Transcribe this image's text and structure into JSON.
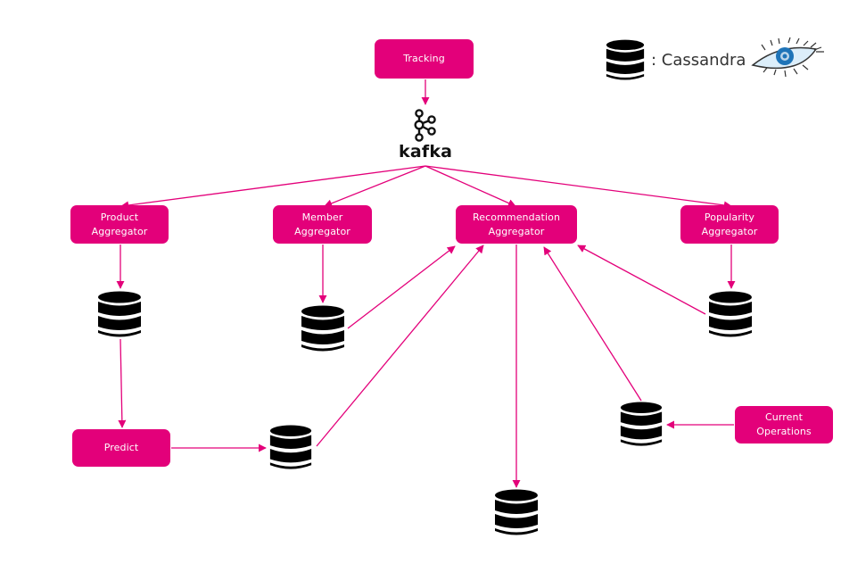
{
  "diagram": {
    "accent_color": "#e3007a",
    "db_color": "#000000",
    "nodes": {
      "tracking": {
        "label": "Tracking"
      },
      "kafka": {
        "label": "kafka",
        "icon": "kafka-logo-icon"
      },
      "product_aggregator": {
        "line1": "Product",
        "line2": "Aggregator"
      },
      "member_aggregator": {
        "line1": "Member",
        "line2": "Aggregator"
      },
      "recommendation_aggregator": {
        "line1": "Recommendation",
        "line2": "Aggregator"
      },
      "popularity_aggregator": {
        "line1": "Popularity",
        "line2": "Aggregator"
      },
      "predict": {
        "label": "Predict"
      },
      "current_operations": {
        "line1": "Current",
        "line2": "Operations"
      }
    },
    "databases": [
      {
        "id": "db-product",
        "type": "cassandra"
      },
      {
        "id": "db-member",
        "type": "cassandra"
      },
      {
        "id": "db-popularity",
        "type": "cassandra"
      },
      {
        "id": "db-predict",
        "type": "cassandra"
      },
      {
        "id": "db-current-ops",
        "type": "cassandra"
      },
      {
        "id": "db-recommendation",
        "type": "cassandra"
      }
    ],
    "edges": [
      {
        "from": "tracking",
        "to": "kafka"
      },
      {
        "from": "kafka",
        "to": "product_aggregator"
      },
      {
        "from": "kafka",
        "to": "member_aggregator"
      },
      {
        "from": "kafka",
        "to": "recommendation_aggregator"
      },
      {
        "from": "kafka",
        "to": "popularity_aggregator"
      },
      {
        "from": "product_aggregator",
        "to": "db-product"
      },
      {
        "from": "db-product",
        "to": "predict"
      },
      {
        "from": "predict",
        "to": "db-predict"
      },
      {
        "from": "db-predict",
        "to": "recommendation_aggregator"
      },
      {
        "from": "member_aggregator",
        "to": "db-member"
      },
      {
        "from": "db-member",
        "to": "recommendation_aggregator"
      },
      {
        "from": "popularity_aggregator",
        "to": "db-popularity"
      },
      {
        "from": "db-popularity",
        "to": "recommendation_aggregator"
      },
      {
        "from": "current_operations",
        "to": "db-current-ops"
      },
      {
        "from": "db-current-ops",
        "to": "recommendation_aggregator"
      },
      {
        "from": "recommendation_aggregator",
        "to": "db-recommendation"
      }
    ]
  },
  "legend": {
    "text": ": Cassandra",
    "db_icon": "database-icon",
    "logo_icon": "cassandra-eye-logo-icon"
  }
}
